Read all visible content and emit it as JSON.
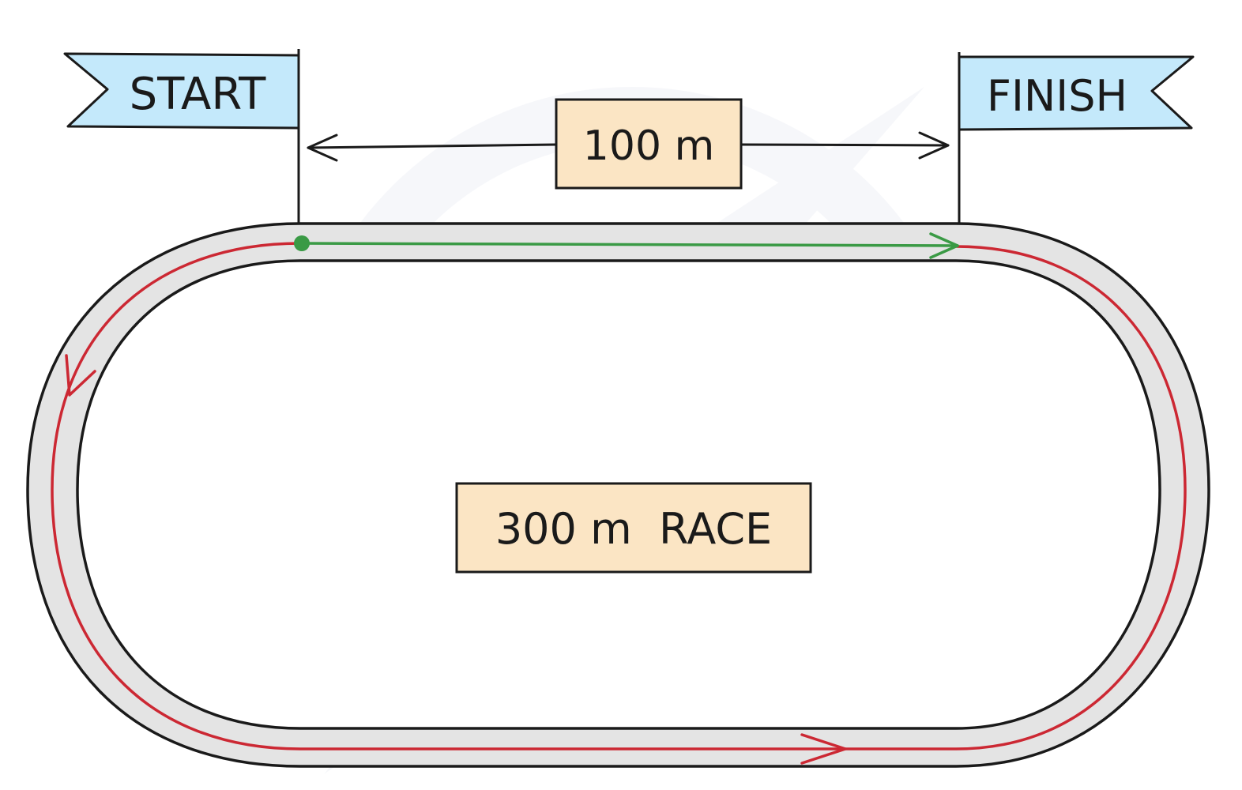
{
  "labels": {
    "start": "START",
    "finish": "FINISH",
    "distance": "100 m",
    "race": "300 m  RACE"
  },
  "colors": {
    "flag_fill": "#c4e9fb",
    "label_box_fill": "#fbe5c4",
    "track_fill": "#e4e4e4",
    "outline": "#1a1a1a",
    "red_path": "#cc2833",
    "green_path": "#3a9a45",
    "background": "#ffffff"
  },
  "icons": {
    "start_marker": "dot",
    "path_arrows": "chevron-arrowheads",
    "distance_arrow": "double-headed-arrow"
  }
}
